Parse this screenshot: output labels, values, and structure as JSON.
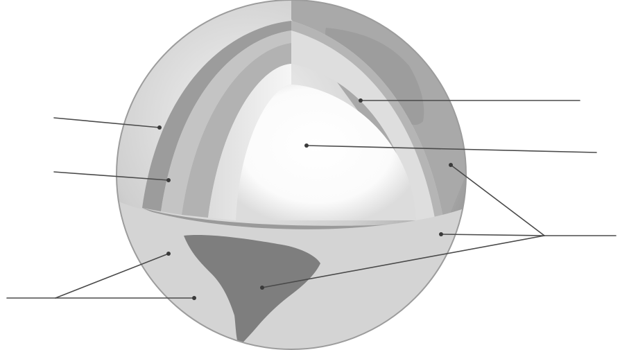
{
  "diagram": {
    "subject": "earth-interior-cutaway",
    "labels_printed": false,
    "layers": [
      "crust",
      "upper-mantle",
      "lower-mantle",
      "outer-core",
      "inner-core"
    ],
    "surface_features": [
      "ocean",
      "continent"
    ],
    "colors": {
      "globe_shadow": "#8d8d8d",
      "globe_light": "#e6e6e6",
      "ocean": "#d2d2d2",
      "continent": "#7e7e7e",
      "crust_band": "#9a9a9a",
      "mantle_band": "#b8b8b8",
      "outer_core": "#e8e8e8",
      "inner_core": "#ffffff",
      "leader_line": "#4a4a4a"
    }
  }
}
